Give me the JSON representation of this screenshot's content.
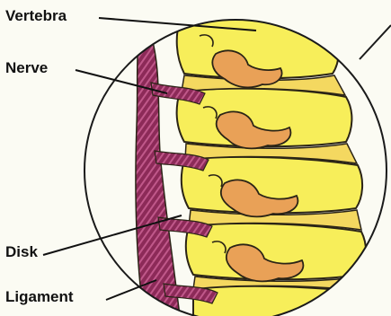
{
  "diagram": {
    "labels": {
      "vertebra": "Vertebra",
      "nerve": "Nerve",
      "disk": "Disk",
      "ligament": "Ligament"
    },
    "colors": {
      "bone": "#f7ee5a",
      "bone_outline": "#2b2416",
      "process": "#e9a157",
      "ligament": "#8c2a58",
      "disk": "#f4d860",
      "circle": "#1a1a1a",
      "background": "#fbfbf3"
    }
  }
}
